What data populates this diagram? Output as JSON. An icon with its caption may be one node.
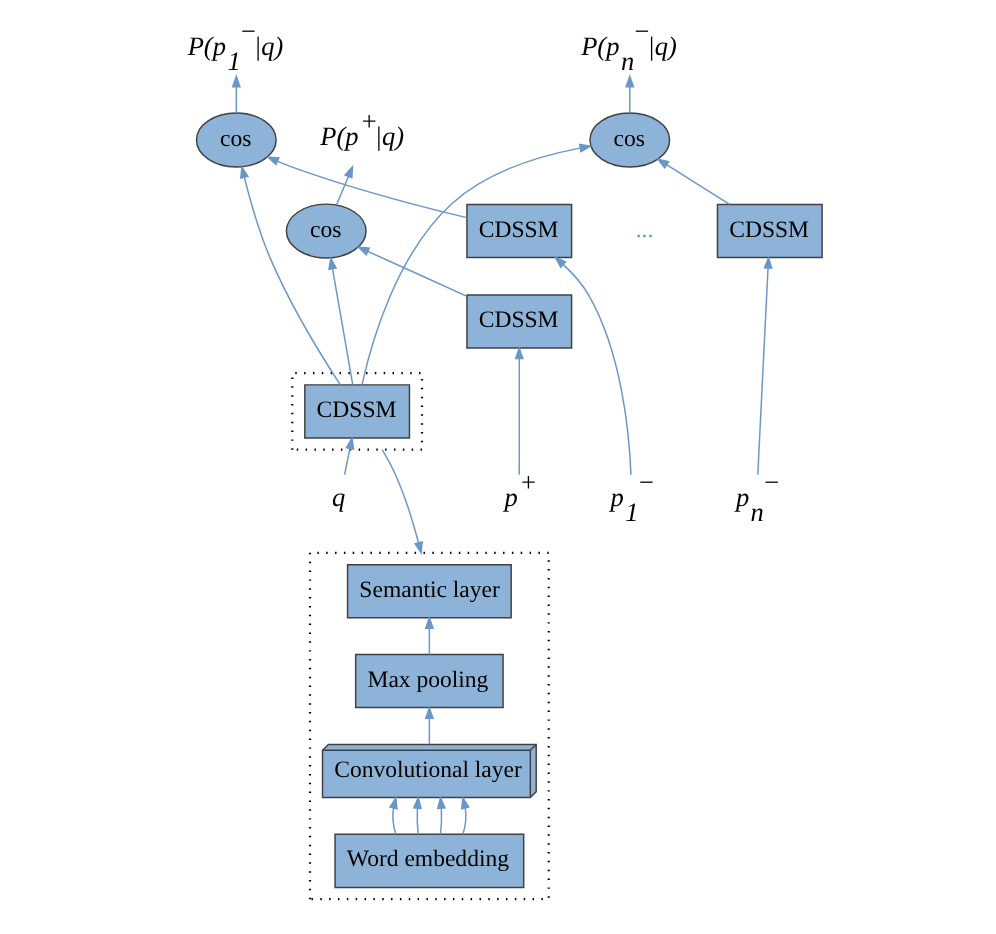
{
  "diagram": {
    "nodes": [
      {
        "text": [
          "P(p$^{+}$|q)"
        ]
      },
      {
        "text": [
          "P(p$_{1}$$^{−}$|q)"
        ]
      },
      {
        "text": [
          "P(p$_{n}$$^{−}$|q)"
        ]
      },
      {
        "text": [
          "cos"
        ]
      },
      {
        "text": [
          "cos"
        ]
      },
      {
        "text": [
          "cos"
        ]
      },
      {
        "text": [],
        "shape": "box"
      },
      {
        "text": [
          "CDSSM"
        ],
        "in": 6
      },
      {
        "text": [
          "CDSSM"
        ]
      },
      {
        "text": [
          "CDSSM"
        ]
      },
      {
        "text": [
          "CDSSM"
        ]
      },
      {
        "text": [
          "q"
        ]
      },
      {
        "text": [
          "p$^{+}$"
        ]
      },
      {
        "text": [
          "p$_{1}$$^{−}$"
        ]
      },
      {
        "text": [
          "p$_{n}$$^{−}$"
        ]
      },
      {
        "text": [],
        "shape": "box"
      },
      {
        "text": [
          "Semantic layer"
        ],
        "in": 15
      },
      {
        "text": [
          "Max pooling"
        ],
        "in": 15
      },
      {
        "text": [
          "Convolutional layer"
        ],
        "in": 15
      },
      {
        "text": [
          "Word embedding"
        ],
        "in": 15
      }
    ],
    "edges": [
      {
        "from": 3,
        "to": 0,
        "arrow": "to"
      },
      {
        "from": 4,
        "to": 1,
        "arrow": "to"
      },
      {
        "from": 5,
        "to": 2,
        "arrow": "to"
      },
      {
        "from": 7,
        "to": 3,
        "arrow": "to"
      },
      {
        "from": 7,
        "to": 4,
        "arrow": "to"
      },
      {
        "from": 7,
        "to": 5,
        "arrow": "to"
      },
      {
        "from": 8,
        "to": 3,
        "arrow": "to"
      },
      {
        "from": 9,
        "to": 4,
        "arrow": "to"
      },
      {
        "from": 10,
        "to": 5,
        "arrow": "to"
      },
      {
        "from": 11,
        "to": 7,
        "arrow": "to"
      },
      {
        "from": 12,
        "to": 8,
        "arrow": "to"
      },
      {
        "from": 13,
        "to": 9,
        "arrow": "to"
      },
      {
        "from": 14,
        "to": 10,
        "arrow": "to"
      },
      {
        "from": 6,
        "to": 15,
        "arrow": "to"
      },
      {
        "from": 17,
        "to": 16,
        "arrow": "to"
      },
      {
        "from": 18,
        "to": 17,
        "arrow": "to"
      },
      {
        "from": 19,
        "to": 18,
        "arrow": "to"
      },
      {
        "from": 19,
        "to": 18,
        "arrow": "to"
      },
      {
        "from": 19,
        "to": 18,
        "arrow": "to"
      },
      {
        "from": 19,
        "to": 18,
        "arrow": "to"
      }
    ],
    "labels": [
      "..."
    ]
  }
}
